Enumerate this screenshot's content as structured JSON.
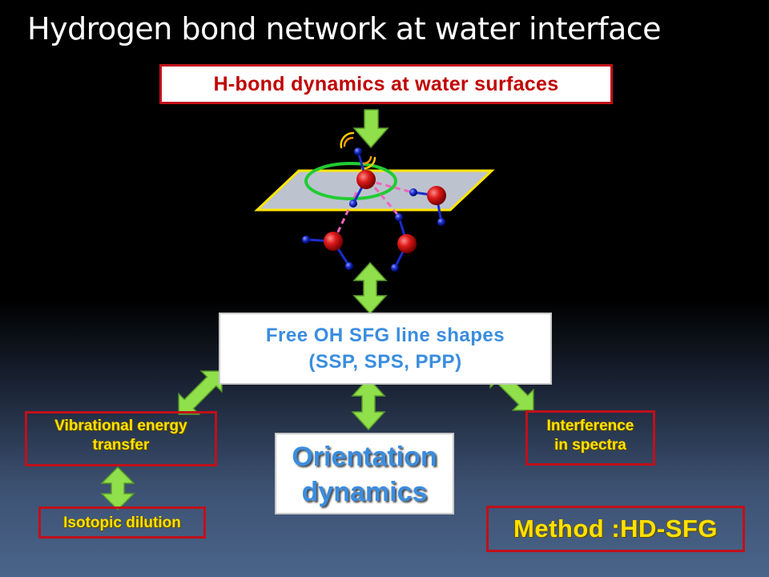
{
  "title": "Hydrogen bond network at water interface",
  "boxes": {
    "top": "H-bond dynamics at water surfaces",
    "free_oh_line1": "Free OH SFG line shapes",
    "free_oh_line2": "(SSP, SPS, PPP)",
    "orientation_line1": "Orientation",
    "orientation_line2": "dynamics",
    "vibrational_line1": "Vibrational energy",
    "vibrational_line2": "transfer",
    "isotopic": "Isotopic dilution",
    "interference_line1": "Interference",
    "interference_line2": "in spectra",
    "method": "Method :HD-SFG"
  },
  "colors": {
    "background_top": "#000000",
    "background_bottom": "#4a648a",
    "box_border_red": "#c0101a",
    "accent_text_blue": "#3a8de0",
    "accent_text_red": "#c00000",
    "highlight_yellow": "#ffe000",
    "arrow_green": "#8fe04a",
    "oxygen_red": "#dd1a1a",
    "hydrogen_blue": "#1a2ccc",
    "plane_gray": "#bcc3cf",
    "hbond_pink": "#ee66bb",
    "orbit_green": "#22cc33"
  },
  "icons": [
    "down-arrow",
    "double-arrow",
    "water-molecule",
    "water-surface-plane",
    "rotation-orbit",
    "vibration-wave"
  ]
}
